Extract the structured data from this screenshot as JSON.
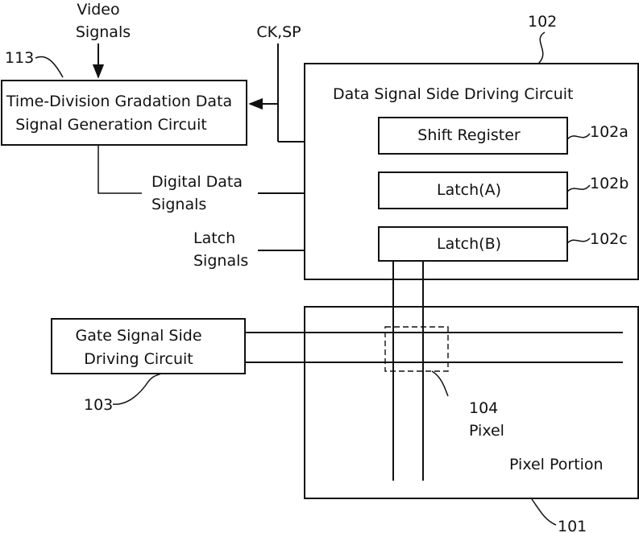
{
  "inputs": {
    "video_line1": "Video",
    "video_line2": "Signals",
    "ck_sp": "CK,SP",
    "digital_line1": "Digital Data",
    "digital_line2": "Signals",
    "latch_line1": "Latch",
    "latch_line2": "Signals"
  },
  "generator": {
    "ref": "113",
    "line1": "Time-Division Gradation Data",
    "line2": "Signal Generation Circuit"
  },
  "data_driver": {
    "ref": "102",
    "title": "Data Signal Side Driving Circuit",
    "shift_register": {
      "label": "Shift Register",
      "ref": "102a"
    },
    "latch_a": {
      "label": "Latch(A)",
      "ref": "102b"
    },
    "latch_b": {
      "label": "Latch(B)",
      "ref": "102c"
    }
  },
  "gate_driver": {
    "ref": "103",
    "line1": "Gate Signal Side",
    "line2": "Driving Circuit"
  },
  "pixel_portion": {
    "ref": "101",
    "label": "Pixel Portion",
    "pixel_ref": "104",
    "pixel_label": "Pixel"
  }
}
